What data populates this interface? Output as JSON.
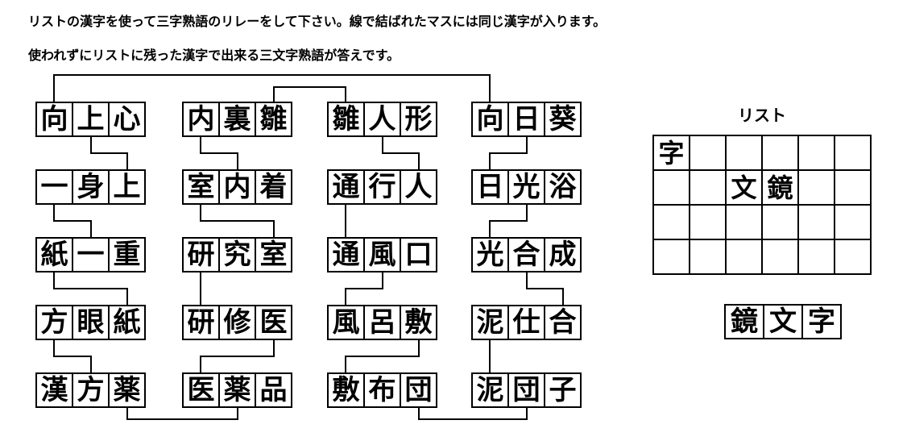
{
  "page": {
    "background_color": "#ffffff",
    "foreground_color": "#000000"
  },
  "instructions": {
    "line1": "リストの漢字を使って三字熟語のリレーをして下さい。線で結ばれたマスには同じ漢字が入ります。",
    "line2": "使われずにリストに残った漢字で出来る三文字熟語が答えです。"
  },
  "puzzle": {
    "columns": [
      {
        "words": [
          "向上心",
          "一身上",
          "紙一重",
          "方眼紙",
          "漢方薬"
        ]
      },
      {
        "words": [
          "内裏雛",
          "室内着",
          "研究室",
          "研修医",
          "医薬品"
        ]
      },
      {
        "words": [
          "雛人形",
          "通行人",
          "通風口",
          "風呂敷",
          "敷布団"
        ]
      },
      {
        "words": [
          "向日葵",
          "日光浴",
          "光合成",
          "泥仕合",
          "泥団子"
        ]
      }
    ],
    "connectors": [
      {
        "kanji": "向",
        "from": [
          0,
          0,
          0
        ],
        "to": [
          3,
          0,
          0
        ],
        "route": "above-far"
      },
      {
        "kanji": "雛",
        "from": [
          1,
          0,
          2
        ],
        "to": [
          2,
          0,
          0
        ],
        "route": "above-near"
      },
      {
        "kanji": "上",
        "from": [
          0,
          0,
          1
        ],
        "to": [
          0,
          1,
          2
        ],
        "route": "gap"
      },
      {
        "kanji": "一",
        "from": [
          0,
          1,
          0
        ],
        "to": [
          0,
          2,
          1
        ],
        "route": "gap"
      },
      {
        "kanji": "紙",
        "from": [
          0,
          2,
          0
        ],
        "to": [
          0,
          3,
          2
        ],
        "route": "gap"
      },
      {
        "kanji": "方",
        "from": [
          0,
          3,
          0
        ],
        "to": [
          0,
          4,
          1
        ],
        "route": "gap"
      },
      {
        "kanji": "内",
        "from": [
          1,
          0,
          0
        ],
        "to": [
          1,
          1,
          1
        ],
        "route": "gap"
      },
      {
        "kanji": "室",
        "from": [
          1,
          1,
          0
        ],
        "to": [
          1,
          2,
          2
        ],
        "route": "gap"
      },
      {
        "kanji": "研",
        "from": [
          1,
          2,
          0
        ],
        "to": [
          1,
          3,
          0
        ],
        "route": "gap"
      },
      {
        "kanji": "医",
        "from": [
          1,
          3,
          2
        ],
        "to": [
          1,
          4,
          0
        ],
        "route": "gap"
      },
      {
        "kanji": "人",
        "from": [
          2,
          0,
          1
        ],
        "to": [
          2,
          1,
          2
        ],
        "route": "gap"
      },
      {
        "kanji": "通",
        "from": [
          2,
          1,
          0
        ],
        "to": [
          2,
          2,
          0
        ],
        "route": "gap"
      },
      {
        "kanji": "風",
        "from": [
          2,
          2,
          1
        ],
        "to": [
          2,
          3,
          0
        ],
        "route": "gap"
      },
      {
        "kanji": "敷",
        "from": [
          2,
          3,
          2
        ],
        "to": [
          2,
          4,
          0
        ],
        "route": "gap"
      },
      {
        "kanji": "日",
        "from": [
          3,
          0,
          1
        ],
        "to": [
          3,
          1,
          0
        ],
        "route": "gap"
      },
      {
        "kanji": "光",
        "from": [
          3,
          1,
          1
        ],
        "to": [
          3,
          2,
          0
        ],
        "route": "gap"
      },
      {
        "kanji": "合",
        "from": [
          3,
          2,
          1
        ],
        "to": [
          3,
          3,
          2
        ],
        "route": "gap"
      },
      {
        "kanji": "泥",
        "from": [
          3,
          3,
          0
        ],
        "to": [
          3,
          4,
          0
        ],
        "route": "gap"
      },
      {
        "kanji": "薬",
        "from": [
          0,
          4,
          2
        ],
        "to": [
          1,
          4,
          1
        ],
        "route": "below"
      },
      {
        "kanji": "団",
        "from": [
          2,
          4,
          2
        ],
        "to": [
          3,
          4,
          1
        ],
        "route": "below"
      }
    ]
  },
  "list": {
    "title": "リスト",
    "rows": [
      [
        "字",
        "",
        "",
        "",
        "",
        ""
      ],
      [
        "",
        "",
        "文",
        "鏡",
        "",
        ""
      ],
      [
        "",
        "",
        "",
        "",
        "",
        ""
      ],
      [
        "",
        "",
        "",
        "",
        "",
        ""
      ]
    ]
  },
  "answer": {
    "cells": [
      "鏡",
      "文",
      "字"
    ]
  }
}
